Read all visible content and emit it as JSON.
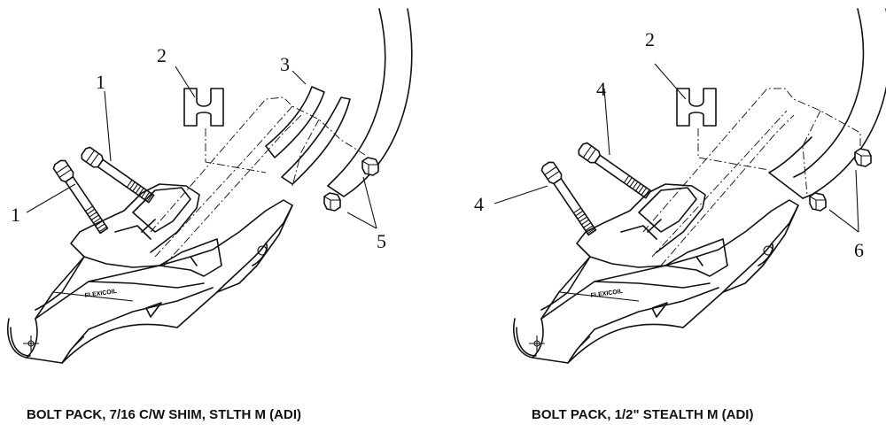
{
  "left_assembly": {
    "caption": "BOLT PACK, 7/16 C/W SHIM, STLTH M (ADI)",
    "callouts": {
      "bolt_a": "1",
      "bolt_b": "1",
      "shim": "2",
      "spacer": "3",
      "nuts": "5"
    },
    "brand_text": "FLEXICOIL"
  },
  "right_assembly": {
    "caption": "BOLT PACK, 1/2\" STEALTH M (ADI)",
    "callouts": {
      "bolt_a": "4",
      "bolt_b": "4",
      "shim": "2",
      "nuts": "6"
    },
    "brand_text": "FLEXICOIL"
  }
}
